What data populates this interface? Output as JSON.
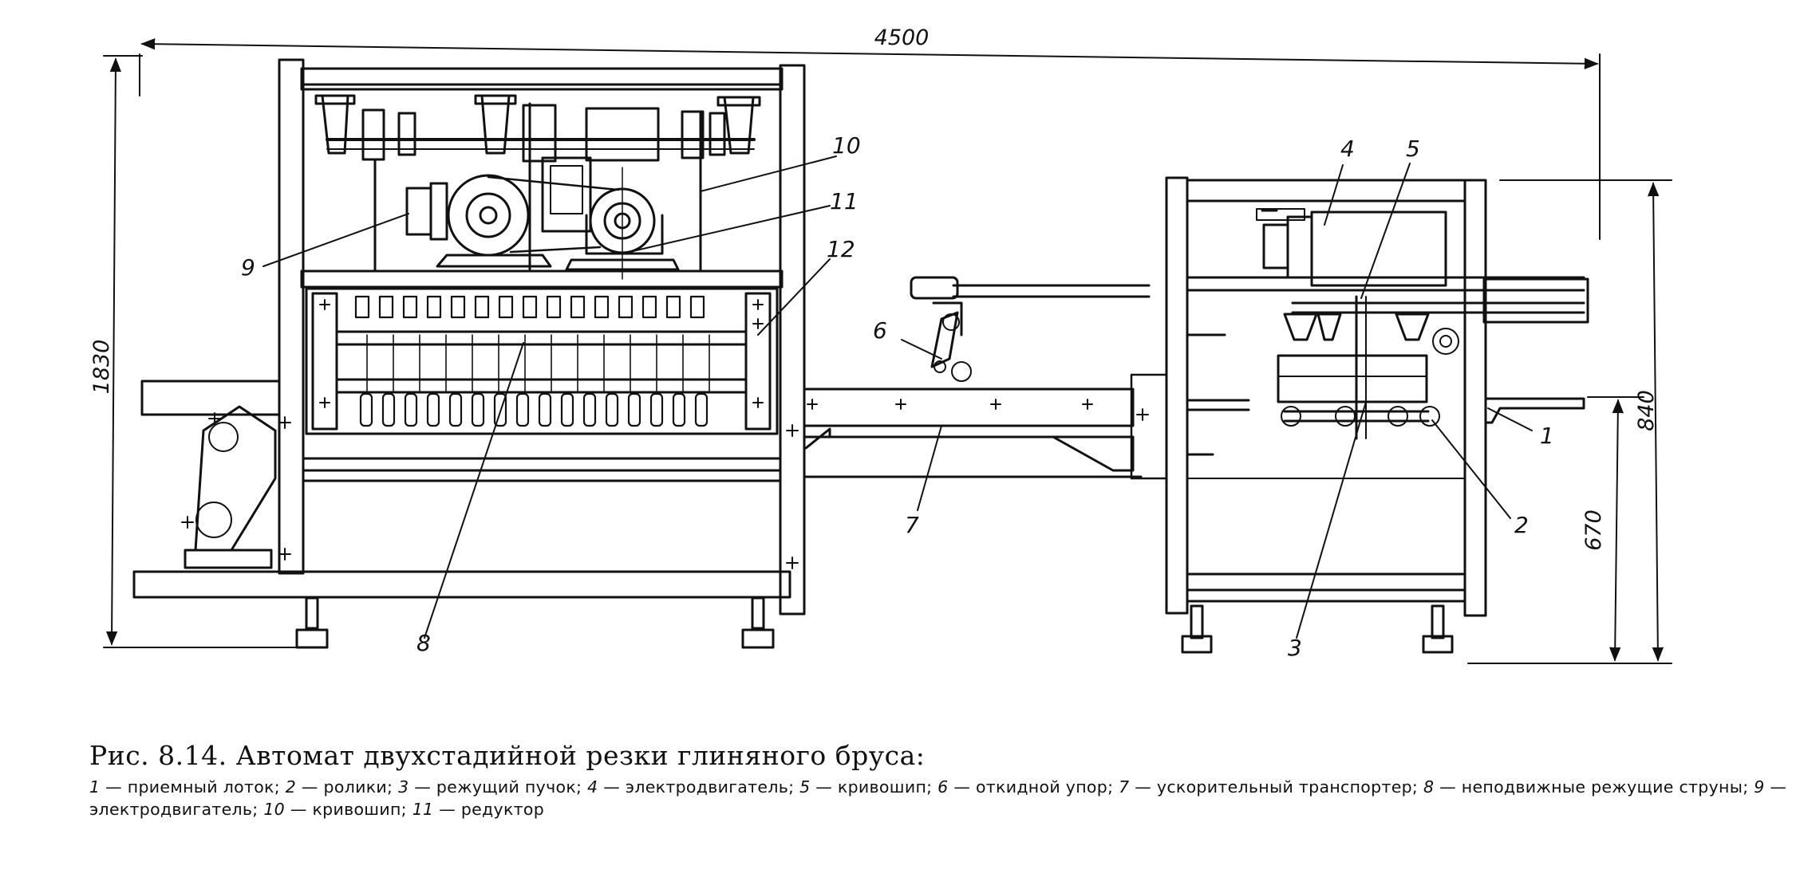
{
  "dimensions": {
    "overall_length": "4500",
    "overall_height": "1830",
    "cutter_height": "840",
    "table_height": "670"
  },
  "callouts": [
    "1",
    "2",
    "3",
    "4",
    "5",
    "6",
    "7",
    "8",
    "9",
    "10",
    "11",
    "12"
  ],
  "caption": {
    "title": "Рис. 8.14. Автомат двухстадийной резки глиняного бруса:",
    "legend": [
      {
        "num": "1",
        "text": "приемный лоток;"
      },
      {
        "num": "2",
        "text": "ролики;"
      },
      {
        "num": "3",
        "text": "режущий пучок;"
      },
      {
        "num": "4",
        "text": "электродвигатель;"
      },
      {
        "num": "5",
        "text": "кривошип;"
      },
      {
        "num": "6",
        "text": "откидной упор;"
      },
      {
        "num": "7",
        "text": "ускорительный транспортер;"
      },
      {
        "num": "8",
        "text": "неподвижные режущие струны;"
      },
      {
        "num": "9",
        "text": "электродвигатель;"
      },
      {
        "num": "10",
        "text": "кривошип;"
      },
      {
        "num": "11",
        "text": "редуктор"
      }
    ]
  }
}
